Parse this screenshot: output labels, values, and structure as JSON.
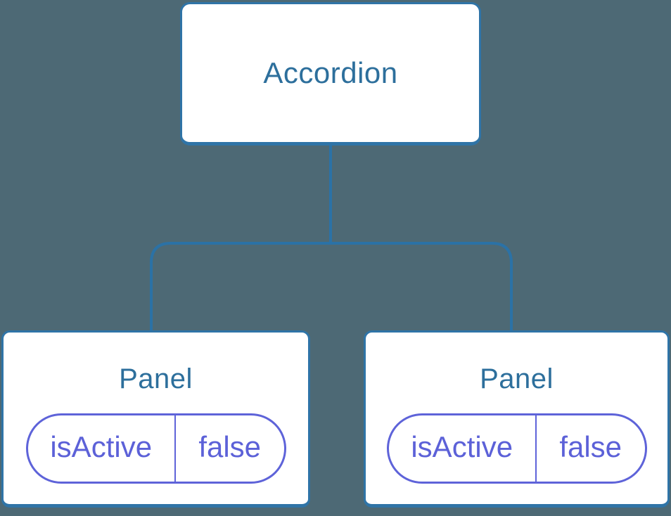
{
  "diagram": {
    "root": {
      "label": "Accordion"
    },
    "children": [
      {
        "label": "Panel",
        "state": {
          "name": "isActive",
          "value": "false"
        }
      },
      {
        "label": "Panel",
        "state": {
          "name": "isActive",
          "value": "false"
        }
      }
    ]
  },
  "colors": {
    "background": "#4d6975",
    "node_fill": "#ffffff",
    "node_border": "#2f74a7",
    "node_title": "#2d6f9c",
    "connector": "#2b72a6",
    "pill_border": "#5e63d9",
    "pill_text": "#5c61d8"
  }
}
